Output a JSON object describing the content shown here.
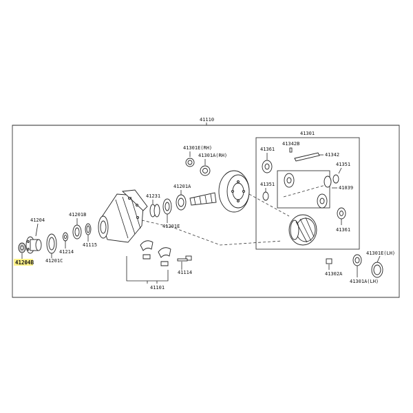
{
  "labels": {
    "assembly": "41110",
    "diff_case_group": "41301",
    "p41204": "41204",
    "p41204b": "41204B",
    "p41201c": "41201C",
    "p41214": "41214",
    "p41201b": "41201B",
    "p41115": "41115",
    "p41231": "41231",
    "p41201e": "41201E",
    "p41201a": "41201A",
    "p41301e_rh": "41301E(RH)",
    "p41301a_rh": "41301A(RH)",
    "p41101": "41101",
    "p41114": "41114",
    "p41361_top": "41361",
    "p41342b": "41342B",
    "p41342": "41342",
    "p41351_left": "41351",
    "p41351_right": "41351",
    "p41039": "41039",
    "p41361_bottom": "41361",
    "p41302a": "41302A",
    "p41301e_lh": "41301E(LH)",
    "p41301a_lh": "41301A(LH)"
  },
  "highlight_color": "#fff38a"
}
